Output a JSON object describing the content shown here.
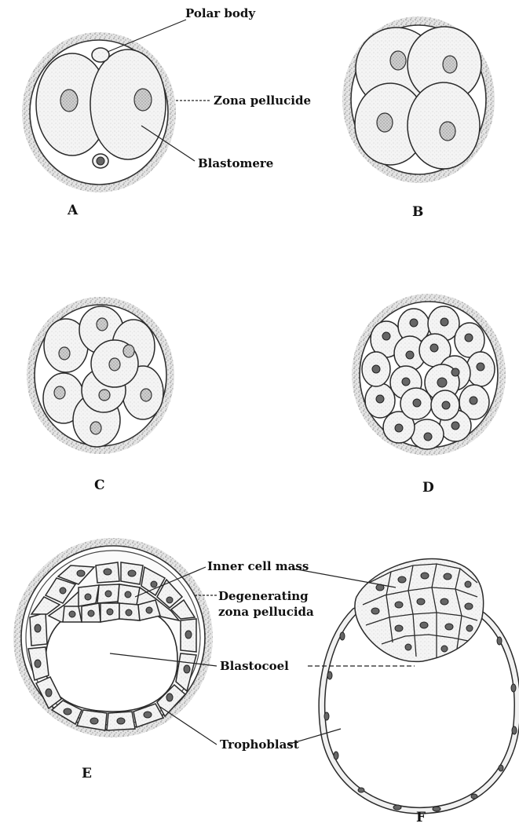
{
  "labels": {
    "polar_body": "Polar body",
    "zona_pellucide": "Zona pellucide",
    "blastomere": "Blastomere",
    "inner_cell_mass": "Inner cell mass",
    "degenerating_line1": "Degenerating",
    "degenerating_line2": "zona pellucida",
    "blastocoel": "Blastocoel",
    "trophoblast": "Trophoblast"
  },
  "panels": {
    "a": "A",
    "b": "B",
    "c": "C",
    "d": "D",
    "e": "E",
    "f": "F"
  },
  "colors": {
    "ink": "#111111",
    "stipple": "#9a9a9a",
    "cell_fill": "#f3f3f3"
  }
}
